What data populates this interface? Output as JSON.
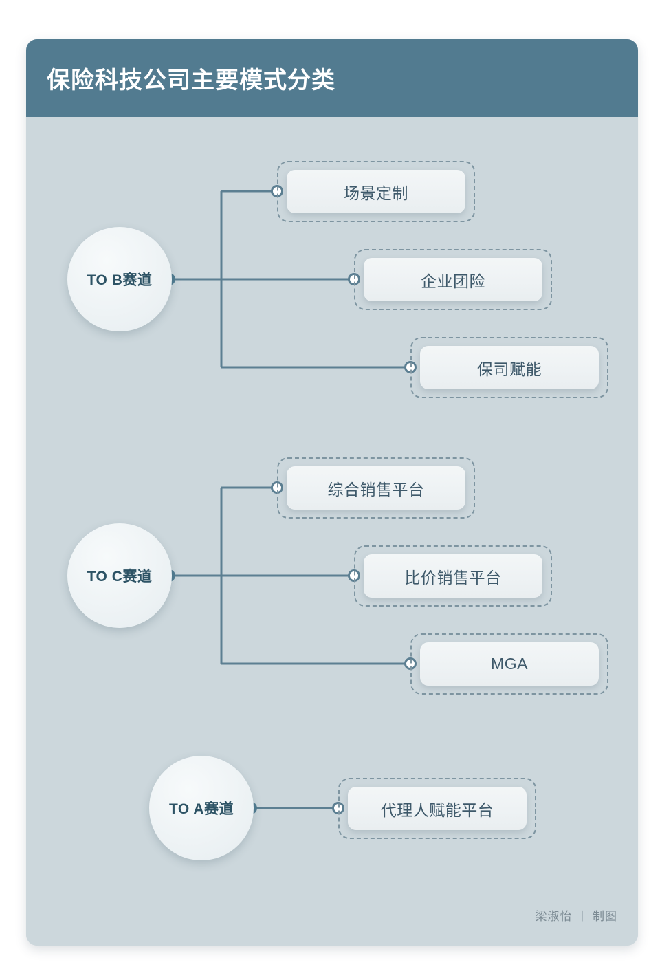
{
  "card": {
    "title": "保险科技公司主要模式分类",
    "credit": "梁淑怡 丨 制图"
  },
  "colors": {
    "page_background": "#ffffff",
    "card_background": "#ccd7dc",
    "header_background": "#527b90",
    "header_text": "#ffffff",
    "connector_line": "#5c7f92",
    "node_dot_filled": "#517c91",
    "node_dot_hollow_fill": "#ffffff",
    "leaf_dashed_border": "#7e95a1",
    "leaf_inner_background": "#eef2f4",
    "leaf_text": "#3e596a",
    "root_circle_background": "#eef3f5",
    "root_text": "#2d5365",
    "credit_text": "#7b8a93"
  },
  "diagram": {
    "type": "tree",
    "orientation": "left-to-right",
    "branches": [
      {
        "id": "to-b",
        "root_label": "TO B赛道",
        "children": [
          {
            "label": "场景定制"
          },
          {
            "label": "企业团险"
          },
          {
            "label": "保司赋能"
          }
        ]
      },
      {
        "id": "to-c",
        "root_label": "TO C赛道",
        "children": [
          {
            "label": "综合销售平台"
          },
          {
            "label": "比价销售平台"
          },
          {
            "label": "MGA"
          }
        ]
      },
      {
        "id": "to-a",
        "root_label": "TO A赛道",
        "children": [
          {
            "label": "代理人赋能平台"
          }
        ]
      }
    ]
  }
}
